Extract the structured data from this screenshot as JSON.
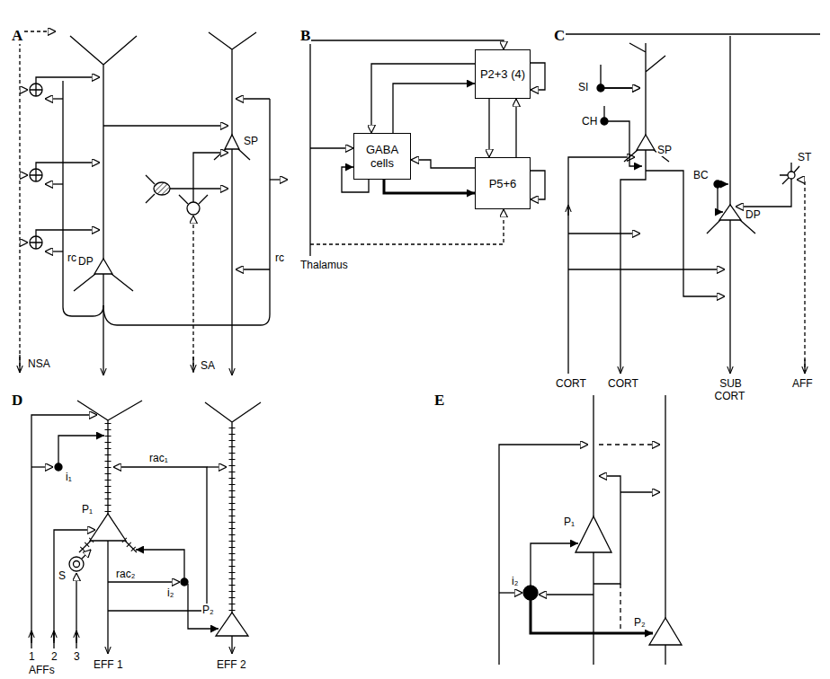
{
  "diagram": {
    "nodes": [
      {
        "text": [
          "GABA cells"
        ]
      },
      {
        "text": [
          "P2+3 (4)"
        ]
      },
      {
        "text": [
          "P5+6"
        ]
      }
    ],
    "edges": [
      {
        "from": 0,
        "to": 1,
        "arrow": "to"
      },
      {
        "from": 0,
        "to": 2,
        "arrow": "to"
      },
      {
        "from": 1,
        "to": 0,
        "arrow": "to"
      },
      {
        "from": 2,
        "to": 0,
        "arrow": "to"
      },
      {
        "from": 1,
        "to": 2,
        "arrow": "to"
      },
      {
        "from": 2,
        "to": 1,
        "arrow": "to"
      }
    ],
    "labels": [
      "A",
      "NSA",
      "rc",
      "DP",
      "SP",
      "SA",
      "rc",
      "B",
      "Thalamus",
      "C",
      "SI",
      "CH",
      "SP",
      "BC",
      "DP",
      "ST",
      "CORT",
      "CORT",
      "SUB CORT",
      "AFF",
      "D",
      "i₁",
      "P₁",
      "rac₁",
      "S",
      "rac₂",
      "i₂",
      "P₂",
      "1",
      "2",
      "3",
      "AFFs",
      "EFF 1",
      "EFF 2",
      "E",
      "P₁",
      "i₂",
      "P₂"
    ]
  }
}
